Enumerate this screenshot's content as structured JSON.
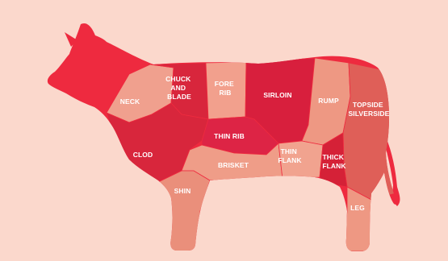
{
  "colors": {
    "background": "#fbd8cc",
    "outline": "#ef2b3f",
    "silhouette": "#ee2a3f",
    "neck": "#f0a08e",
    "chuck_and_blade": "#d8263c",
    "fore_rib": "#f2a08d",
    "sirloin": "#d81f3d",
    "rump": "#ee9883",
    "topside_silverside": "#df5f58",
    "clod": "#d8263c",
    "thin_rib": "#dd2445",
    "brisket": "#ef9d88",
    "thin_flank": "#f1a38f",
    "thick_flank": "#d52137",
    "shin": "#ea8f7b",
    "leg": "#ee9883",
    "label": "#ffffff"
  },
  "cuts": [
    {
      "id": "neck",
      "lines": [
        "NECK"
      ]
    },
    {
      "id": "chuck-and-blade",
      "lines": [
        "CHUCK",
        "AND",
        "BLADE"
      ]
    },
    {
      "id": "fore-rib",
      "lines": [
        "FORE",
        "RIB"
      ]
    },
    {
      "id": "sirloin",
      "lines": [
        "SIRLOIN"
      ]
    },
    {
      "id": "rump",
      "lines": [
        "RUMP"
      ]
    },
    {
      "id": "topside-silverside",
      "lines": [
        "TOPSIDE",
        "SILVERSIDE"
      ]
    },
    {
      "id": "clod",
      "lines": [
        "CLOD"
      ]
    },
    {
      "id": "thin-rib",
      "lines": [
        "THIN RIB"
      ]
    },
    {
      "id": "brisket",
      "lines": [
        "BRISKET"
      ]
    },
    {
      "id": "thin-flank",
      "lines": [
        "THIN",
        "FLANK"
      ]
    },
    {
      "id": "thick-flank",
      "lines": [
        "THICK",
        "FLANK"
      ]
    },
    {
      "id": "shin",
      "lines": [
        "SHIN"
      ]
    },
    {
      "id": "leg",
      "lines": [
        "LEG"
      ]
    }
  ]
}
